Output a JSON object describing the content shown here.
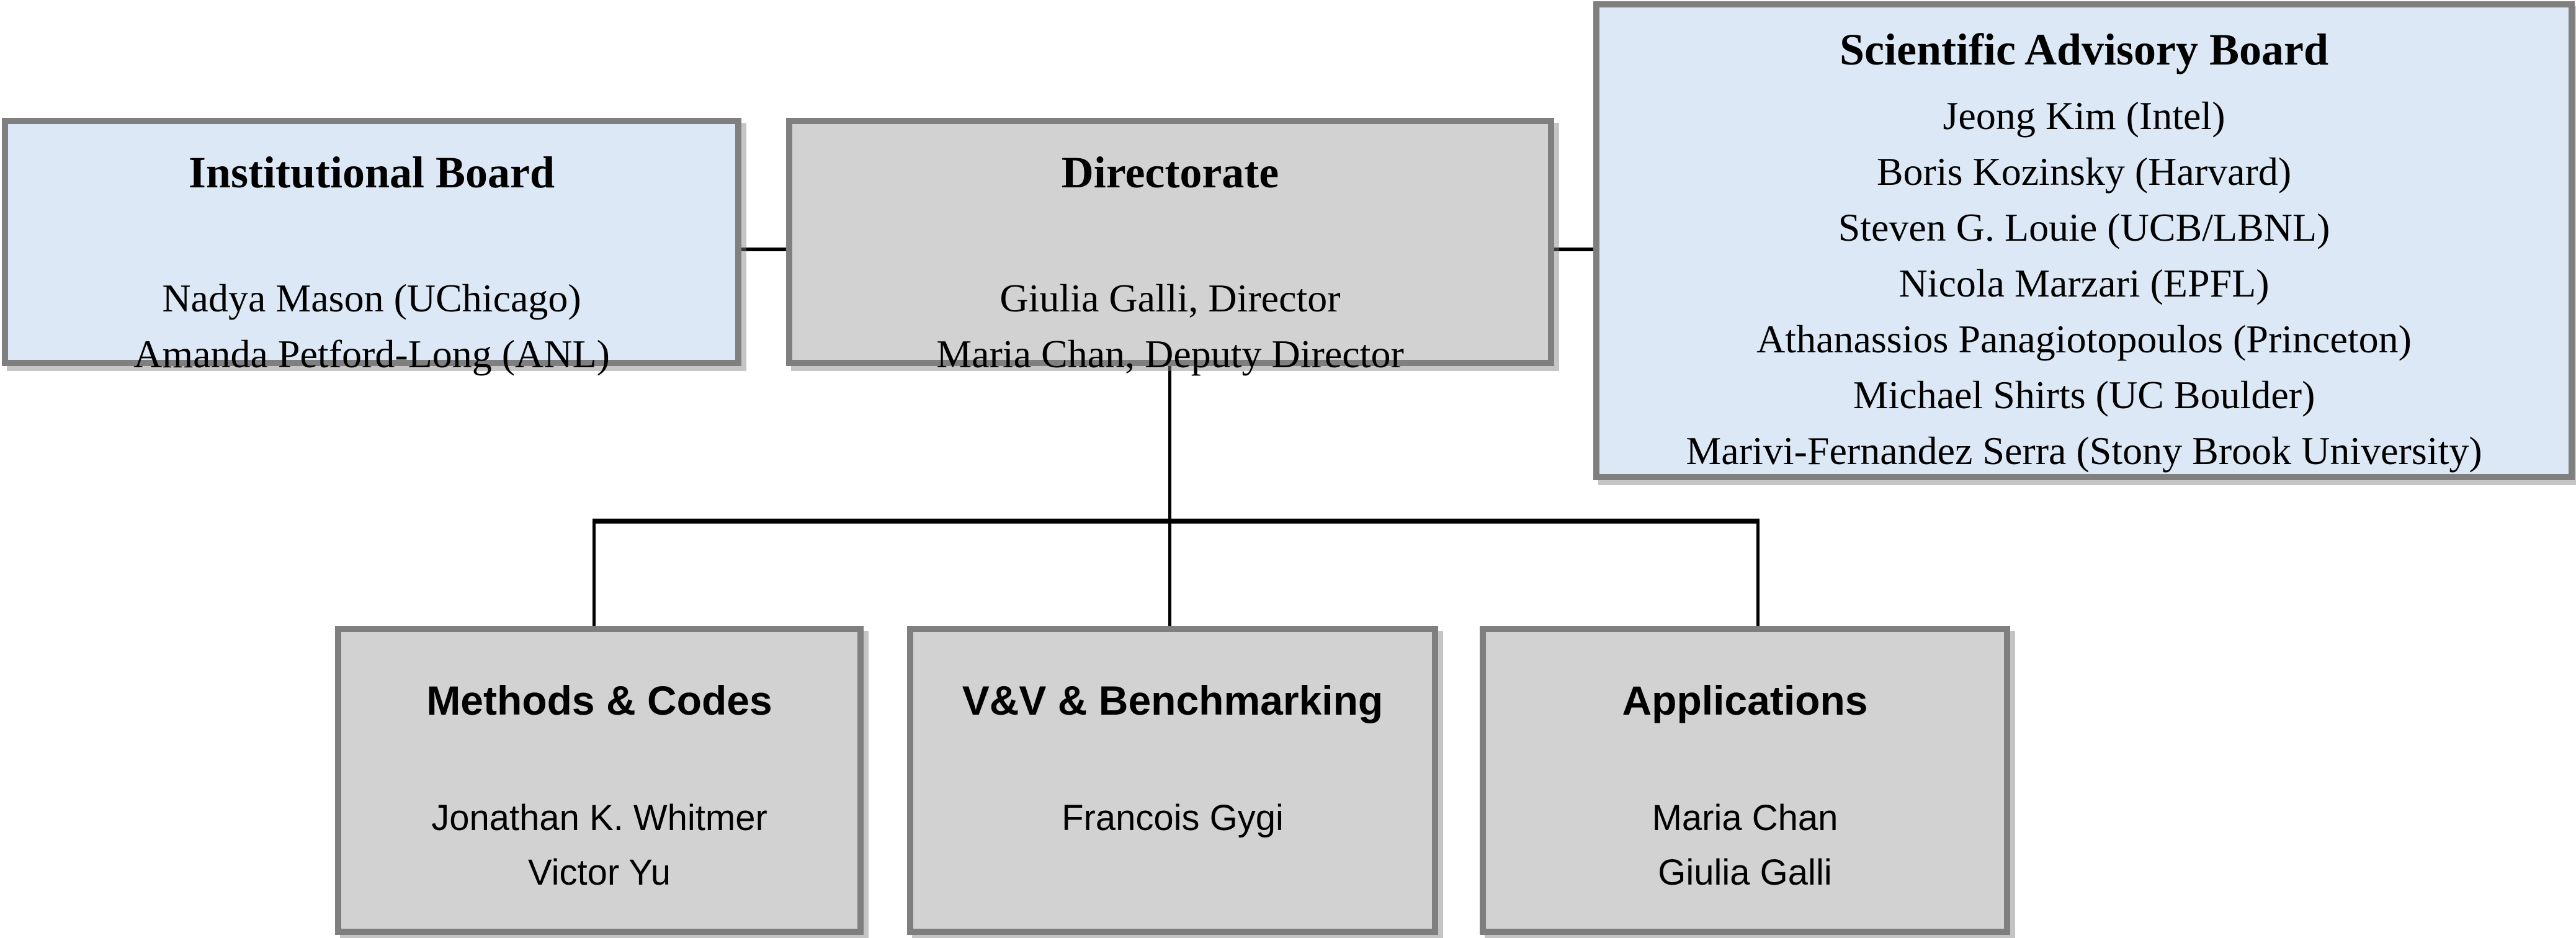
{
  "colors": {
    "box_blue_fill": "#dce8f5",
    "box_gray_fill": "#d2d2d2",
    "box_border": "#7f7f7f",
    "connector": "#000000",
    "text": "#000000",
    "background": "#ffffff"
  },
  "org_chart": {
    "institutional_board": {
      "title": "Institutional Board",
      "members": [
        "Nadya Mason (UChicago)",
        "Amanda Petford-Long (ANL)"
      ]
    },
    "directorate": {
      "title": "Directorate",
      "members": [
        "Giulia Galli, Director",
        "Maria Chan, Deputy Director"
      ]
    },
    "scientific_advisory_board": {
      "title": "Scientific Advisory Board",
      "members": [
        "Jeong Kim (Intel)",
        "Boris Kozinsky (Harvard)",
        "Steven G. Louie (UCB/LBNL)",
        "Nicola Marzari (EPFL)",
        "Athanassios Panagiotopoulos (Princeton)",
        "Michael Shirts (UC Boulder)",
        "Marivi-Fernandez Serra (Stony Brook University)"
      ]
    },
    "methods_and_codes": {
      "title": "Methods & Codes",
      "members": [
        "Jonathan K. Whitmer",
        "Victor Yu"
      ]
    },
    "vv_and_benchmarking": {
      "title": "V&V & Benchmarking",
      "members": [
        "Francois Gygi"
      ]
    },
    "applications": {
      "title": "Applications",
      "members": [
        "Maria Chan",
        "Giulia Galli"
      ]
    }
  }
}
